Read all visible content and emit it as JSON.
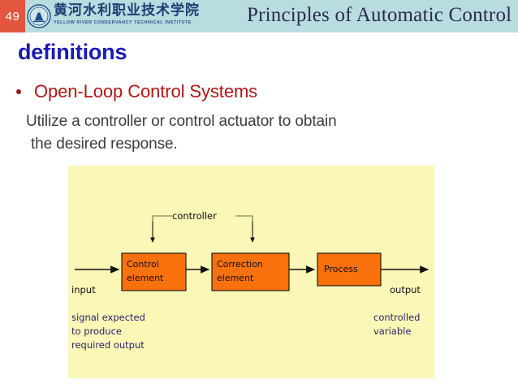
{
  "header": {
    "page_number": "49",
    "logo_icon": "school-emblem-icon",
    "school_name_cn": "黄河水利职业技术学院",
    "school_name_en": "YELLOW RIVER CONSERVANCY TECHNICAL INSTITUTE",
    "title": "Principles of Automatic Control",
    "band_color": "#b9dce0",
    "badge_color": "#e2553f",
    "title_color": "#2b2b4a"
  },
  "slide": {
    "title": "definitions",
    "title_color": "#1a1ab4",
    "bullet": {
      "marker": "bullet-dot-icon",
      "text": "Open-Loop Control Systems",
      "color": "#b01616"
    },
    "body_line_1": "Utilize a controller or control actuator to obtain",
    "body_line_2": "the desired response.",
    "body_color": "#3c3c3c"
  },
  "diagram": {
    "panel_color": "#fbf7b6",
    "block_fill": "#f8710d",
    "block_stroke": "#111111",
    "bracket_label": "controller",
    "blocks": [
      {
        "line1": "Control",
        "line2": "element"
      },
      {
        "line1": "Correction",
        "line2": "element"
      },
      {
        "line1": "Process",
        "line2": ""
      }
    ],
    "input_label": "input",
    "output_label": "output",
    "input_note": [
      "signal expected",
      "to produce",
      "required output"
    ],
    "output_note": [
      "controlled",
      "variable"
    ],
    "note_color": "#262670"
  }
}
